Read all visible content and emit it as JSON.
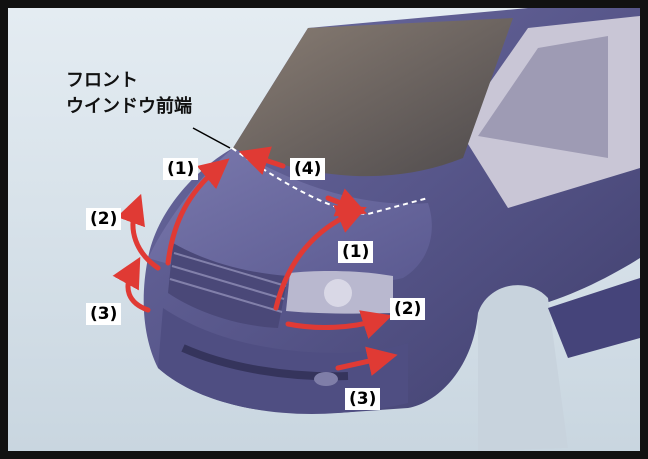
{
  "annotation": {
    "title_line1": "フロント",
    "title_line2": "ウインドウ前端"
  },
  "labels": {
    "l1a": "(1)",
    "l4": "(4)",
    "l2a": "(2)",
    "l1b": "(1)",
    "l3a": "(3)",
    "l2b": "(2)",
    "l3b": "(3)"
  },
  "colors": {
    "background": "#d8e4ec",
    "car_body": "#5b5a8c",
    "arrow": "#e03a34",
    "frame": "#111111"
  }
}
